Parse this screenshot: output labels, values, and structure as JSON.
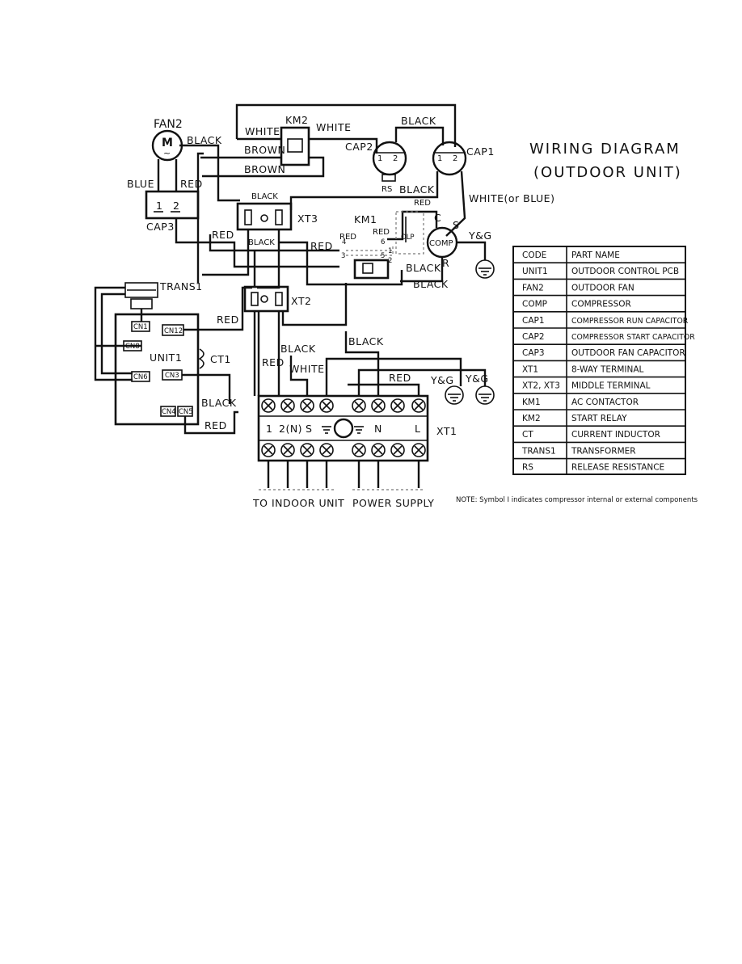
{
  "title": {
    "line1": "WIRING DIAGRAM",
    "line2": "(OUTDOOR UNIT)"
  },
  "components": {
    "fan": "FAN2",
    "fan_symbol": "M",
    "fan_tilde": "~",
    "km2": "KM2",
    "cap2": "CAP2",
    "cap1": "CAP1",
    "cap3": "CAP3",
    "xt3": "XT3",
    "xt2": "XT2",
    "xt1": "XT1",
    "km1": "KM1",
    "trans1": "TRANS1",
    "unit1": "UNIT1",
    "ct1": "CT1",
    "comp": "COMP",
    "olp": "OLP",
    "rs": "RS",
    "cap_pin1": "1",
    "cap_pin2": "2",
    "comp_c": "C",
    "comp_s": "S",
    "comp_r": "R"
  },
  "connectors": {
    "cn1": "CN1",
    "cn12": "CN12",
    "cn8": "CN8",
    "cn6": "CN6",
    "cn3": "CN3",
    "cn4": "CN4",
    "cn5": "CN5"
  },
  "km1_pins": [
    "3",
    "4",
    "5",
    "6",
    "1",
    "2"
  ],
  "wire_labels": {
    "black": "BLACK",
    "white": "WHITE",
    "brown": "BROWN",
    "blue": "BLUE",
    "red": "RED",
    "white_or_blue": "WHITE(or BLUE)",
    "yg": "Y&G"
  },
  "terminal_labels": [
    "1",
    "2(N)",
    "S",
    "N",
    "L"
  ],
  "bottom_labels": {
    "indoor": "TO INDOOR UNIT",
    "power": "POWER SUPPLY"
  },
  "note": "NOTE: Symbol I indicates compressor internal or external components",
  "legend_table": {
    "headers": [
      "CODE",
      "PART NAME"
    ],
    "rows": [
      [
        "UNIT1",
        "OUTDOOR CONTROL PCB"
      ],
      [
        "FAN2",
        "OUTDOOR FAN"
      ],
      [
        "COMP",
        "COMPRESSOR"
      ],
      [
        "CAP1",
        "COMPRESSOR RUN CAPACITOR"
      ],
      [
        "CAP2",
        "COMPRESSOR START CAPACITOR"
      ],
      [
        "CAP3",
        "OUTDOOR FAN CAPACITOR"
      ],
      [
        "XT1",
        "8-WAY TERMINAL"
      ],
      [
        "XT2, XT3",
        "MIDDLE TERMINAL"
      ],
      [
        "KM1",
        "AC CONTACTOR"
      ],
      [
        "KM2",
        "START RELAY"
      ],
      [
        "CT",
        "CURRENT INDUCTOR"
      ],
      [
        "TRANS1",
        "TRANSFORMER"
      ],
      [
        "RS",
        "RELEASE RESISTANCE"
      ]
    ]
  }
}
